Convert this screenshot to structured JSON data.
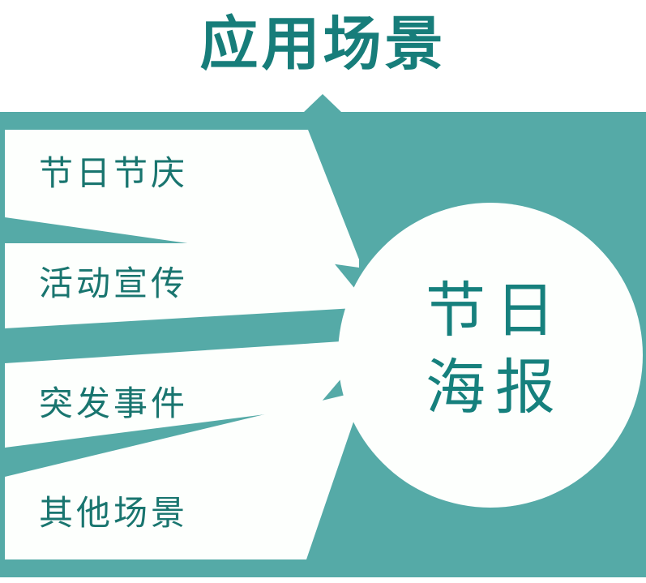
{
  "header": {
    "title": "应用场景",
    "title_color": "#177d7a"
  },
  "theme": {
    "panel_teal": "#55aaa7",
    "deep_teal": "#16807d",
    "label_teal": "#19756f",
    "white": "#fdfffd"
  },
  "center": {
    "label_line1": "节日",
    "label_line2": "海报",
    "full_label": "节日海报"
  },
  "banners": [
    {
      "label": "节日节庆"
    },
    {
      "label": "活动宣传"
    },
    {
      "label": "突发事件"
    },
    {
      "label": "其他场景"
    }
  ]
}
